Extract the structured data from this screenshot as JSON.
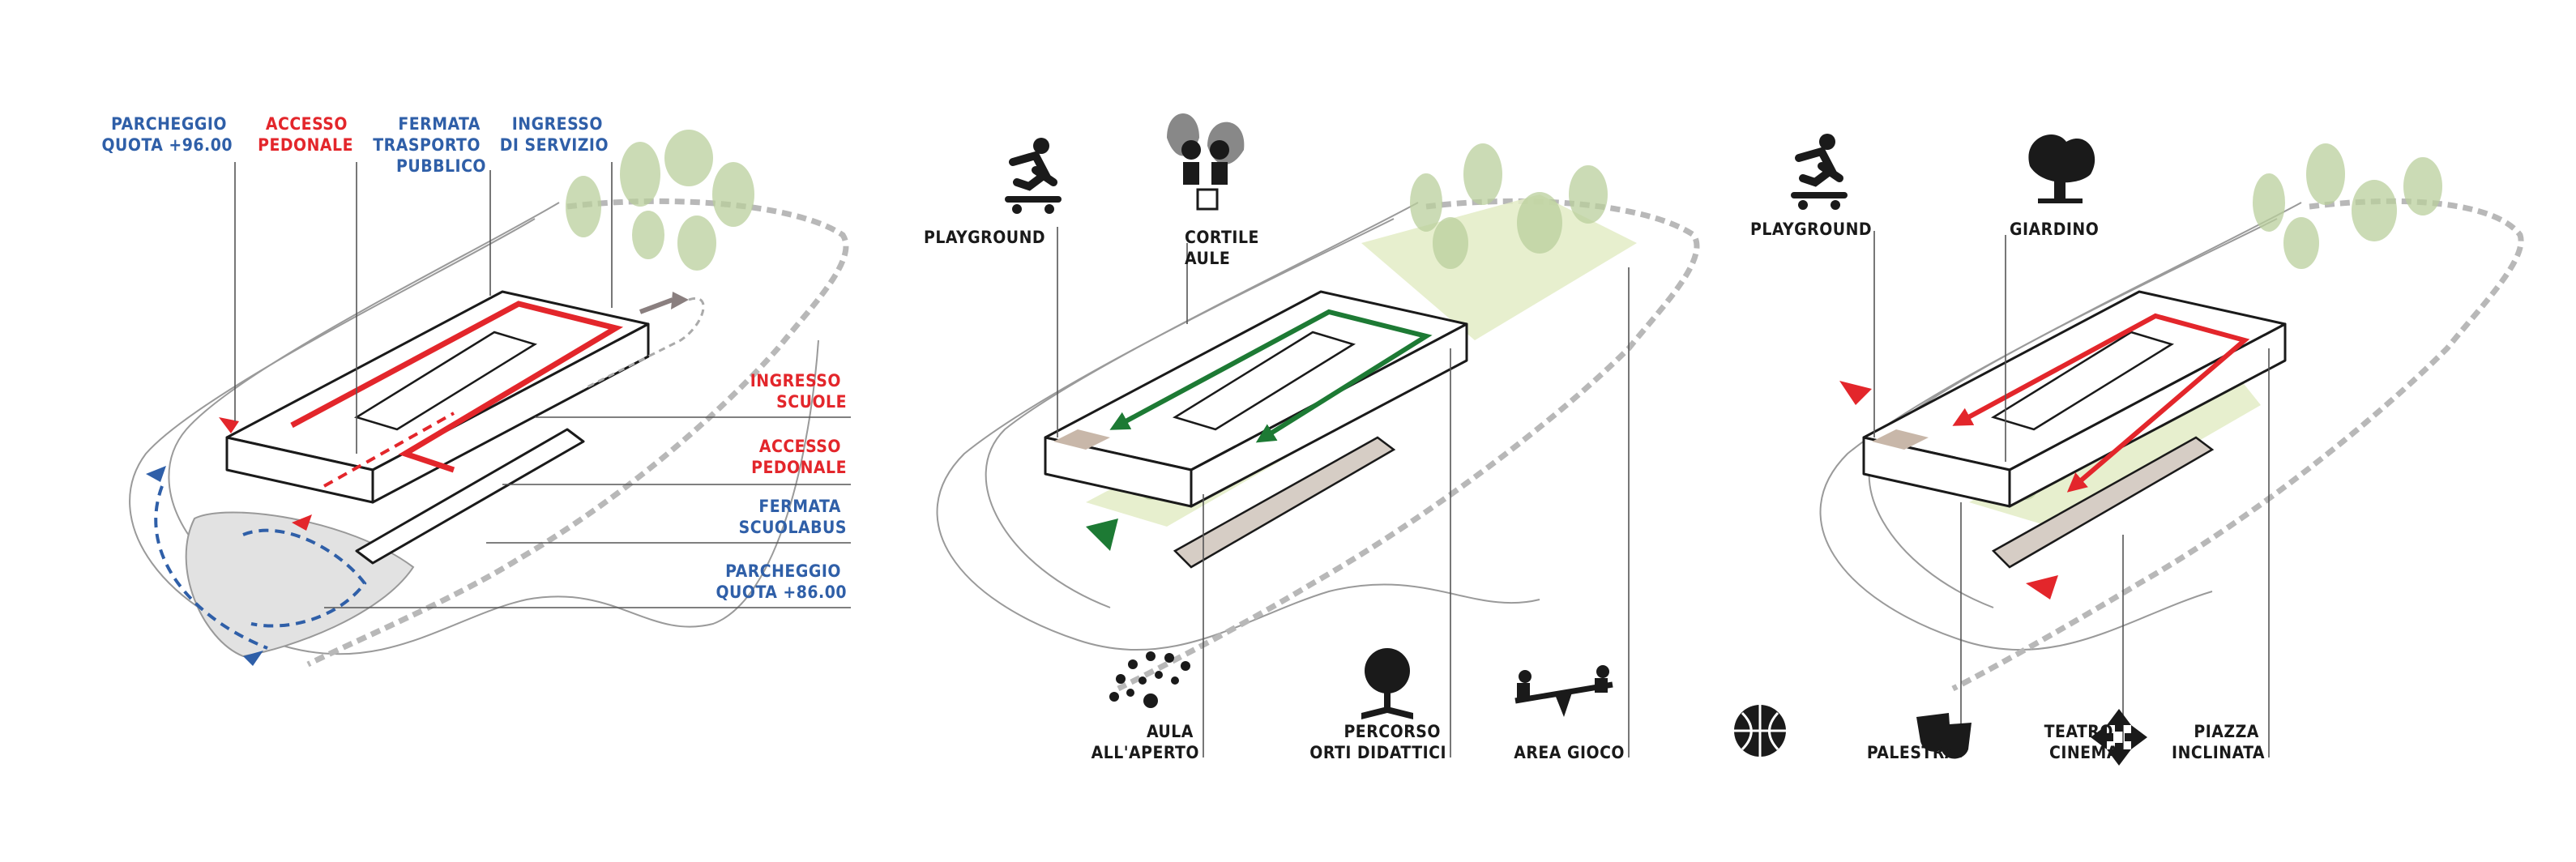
{
  "panel1": {
    "labels": {
      "parcheggio_96": [
        "PARCHEGGIO",
        "QUOTA +96.00"
      ],
      "accesso_pedonale_top": [
        "ACCESSO",
        "PEDONALE"
      ],
      "fermata_trasporto": [
        "FERMATA",
        "TRASPORTO",
        "PUBBLICO"
      ],
      "ingresso_servizio": [
        "INGRESSO",
        "DI SERVIZIO"
      ],
      "ingresso_scuole": [
        "INGRESSO",
        "SCUOLE"
      ],
      "accesso_pedonale_right": [
        "ACCESSO",
        "PEDONALE"
      ],
      "fermata_scuolabus": [
        "FERMATA",
        "SCUOLABUS"
      ],
      "parcheggio_86": [
        "PARCHEGGIO",
        "QUOTA +86.00"
      ]
    }
  },
  "panel2": {
    "labels": {
      "playground": "PLAYGROUND",
      "cortile_aule": [
        "CORTILE",
        "AULE"
      ],
      "aula_aperto": [
        "AULA",
        "ALL'APERTO"
      ],
      "percorso_orti": [
        "PERCORSO",
        "ORTI DIDATTICI"
      ],
      "area_gioco": "AREA GIOCO"
    }
  },
  "panel3": {
    "labels": {
      "playground": "PLAYGROUND",
      "giardino": "GIARDINO",
      "palestra": "PALESTRA",
      "teatro_cinema": [
        "TEATRO",
        "CINEMA"
      ],
      "piazza_inclinata": [
        "PIAZZA",
        "INCLINATA"
      ]
    }
  },
  "colors": {
    "blue": "#2f5fa8",
    "red": "#e3262b",
    "green": "#1d7a34",
    "tree": "#b9cf9c",
    "lawn": "#e3ecc5"
  }
}
